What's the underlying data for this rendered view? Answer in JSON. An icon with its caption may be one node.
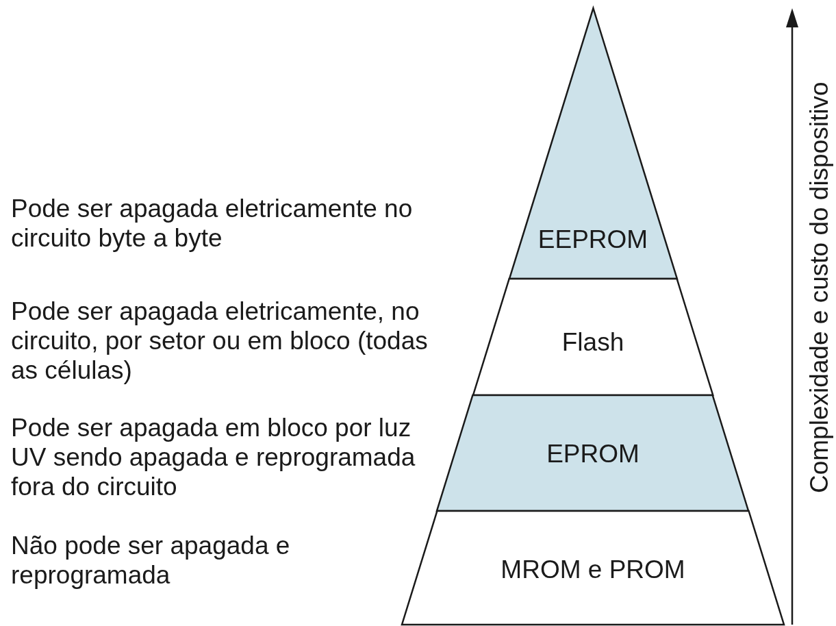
{
  "diagram": {
    "nodes": [
      {
        "text": [
          "EEPROM"
        ]
      },
      {
        "text": [
          "Flash"
        ]
      },
      {
        "text": [
          "EPROM"
        ]
      },
      {
        "text": [
          "MROM e PROM"
        ]
      }
    ],
    "labels": [
      "Pode ser apagada eletricamente no circuito byte a byte",
      "Pode ser apagada eletricamente, no circuito, por setor ou em bloco (todas as células)",
      "Pode ser apagada em bloco por luz UV sendo apagada e reprogramada fora do circuito",
      "Não pode ser apagada e reprogramada",
      "Complexidade e custo do dispositivo"
    ]
  }
}
